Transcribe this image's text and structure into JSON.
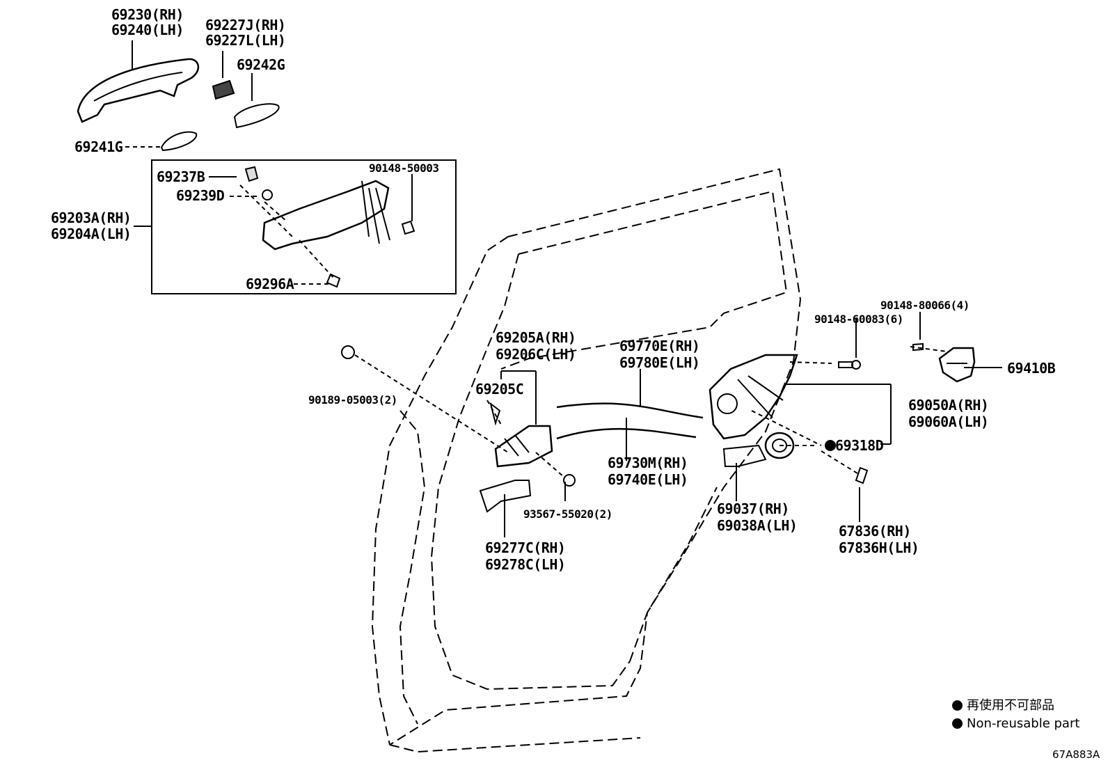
{
  "labels": {
    "p69230": "69230(RH)",
    "p69240": "69240(LH)",
    "p69227J": "69227J(RH)",
    "p69227L": "69227L(LH)",
    "p69242G": "69242G",
    "p69241G": "69241G",
    "p69237B": "69237B",
    "p69239D": "69239D",
    "p90148_50003": "90148-50003",
    "p69203A": "69203A(RH)",
    "p69204A": "69204A(LH)",
    "p69296A": "69296A",
    "p90189": "90189-05003(2)",
    "p69205A": "69205A(RH)",
    "p69206C": "69206C(LH)",
    "p69205C": "69205C",
    "p69770E": "69770E(RH)",
    "p69780E": "69780E(LH)",
    "p69730M": "69730M(RH)",
    "p69740E": "69740E(LH)",
    "p93567": "93567-55020(2)",
    "p69277C": "69277C(RH)",
    "p69278C": "69278C(LH)",
    "p69037": "69037(RH)",
    "p69038A": "69038A(LH)",
    "p90148_80066": "90148-80066(4)",
    "p90148_60083": "90148-60083(6)",
    "p69410B": "69410B",
    "p69050A": "69050A(RH)",
    "p69060A": "69060A(LH)",
    "p69318D": "69318D",
    "p67836": "67836(RH)",
    "p67836H": "67836H(LH)"
  },
  "legend": {
    "jp": "再使用不可部品",
    "en": "Non-reusable part"
  },
  "diagram_code": "67A883A"
}
